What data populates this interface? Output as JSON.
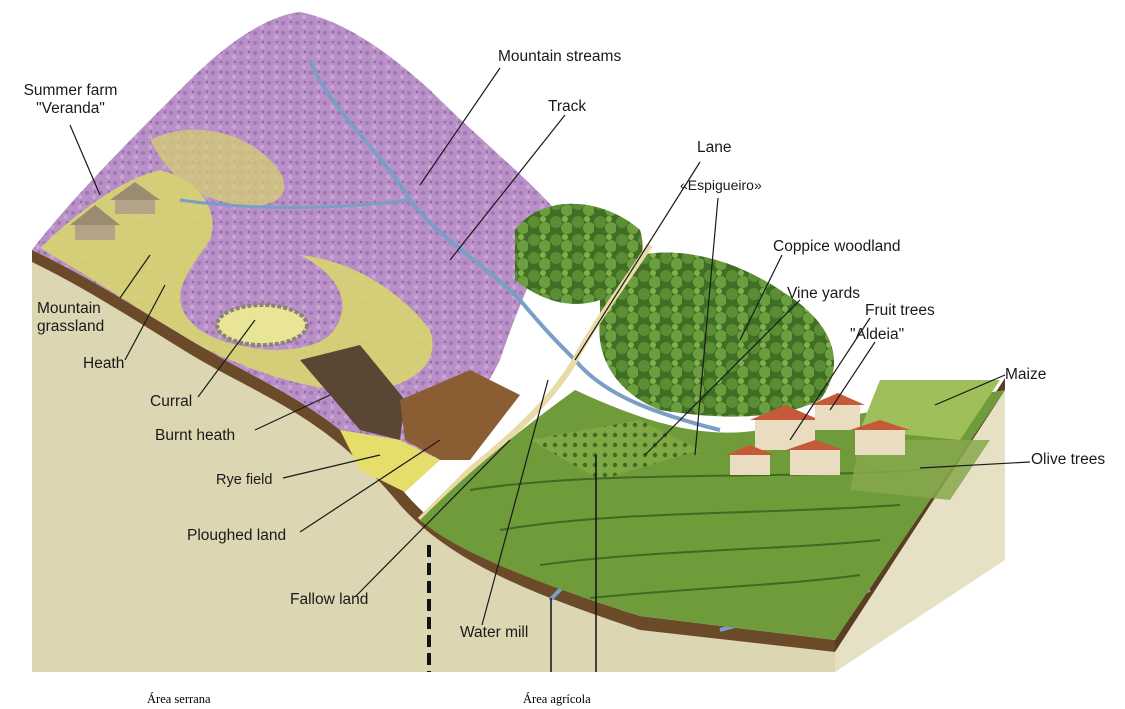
{
  "labels": {
    "summer_farm_line1": "Summer farm",
    "summer_farm_line2": "\"Veranda\"",
    "mountain_streams": "Mountain streams",
    "track": "Track",
    "lane": "Lane",
    "espigueiro": "«Espigueiro»",
    "coppice_woodland": "Coppice woodland",
    "vine_yards": "Vine yards",
    "fruit_trees": "Fruit trees",
    "aldeia": "\"Aldeia\"",
    "maize": "Maize",
    "olive_trees": "Olive trees",
    "mountain_grassland_line1": "Mountain",
    "mountain_grassland_line2": "grassland",
    "heath": "Heath",
    "curral": "Curral",
    "burnt_heath": "Burnt heath",
    "rye_field": "Rye field",
    "ploughed_land": "Ploughed land",
    "fallow_land": "Fallow land",
    "water_mill": "Water mill"
  },
  "captions": {
    "area_serrana": "Área serrana",
    "area_agricola": "Área agrícola"
  },
  "colors": {
    "heath": "#b48cc4",
    "grassland": "#d9d87a",
    "woodland": "#4f7d2e",
    "terraces": "#6f9b3a",
    "soil": "#6b4a2a",
    "cross_section": "#dcd6b2",
    "water": "#7a9fc6"
  }
}
